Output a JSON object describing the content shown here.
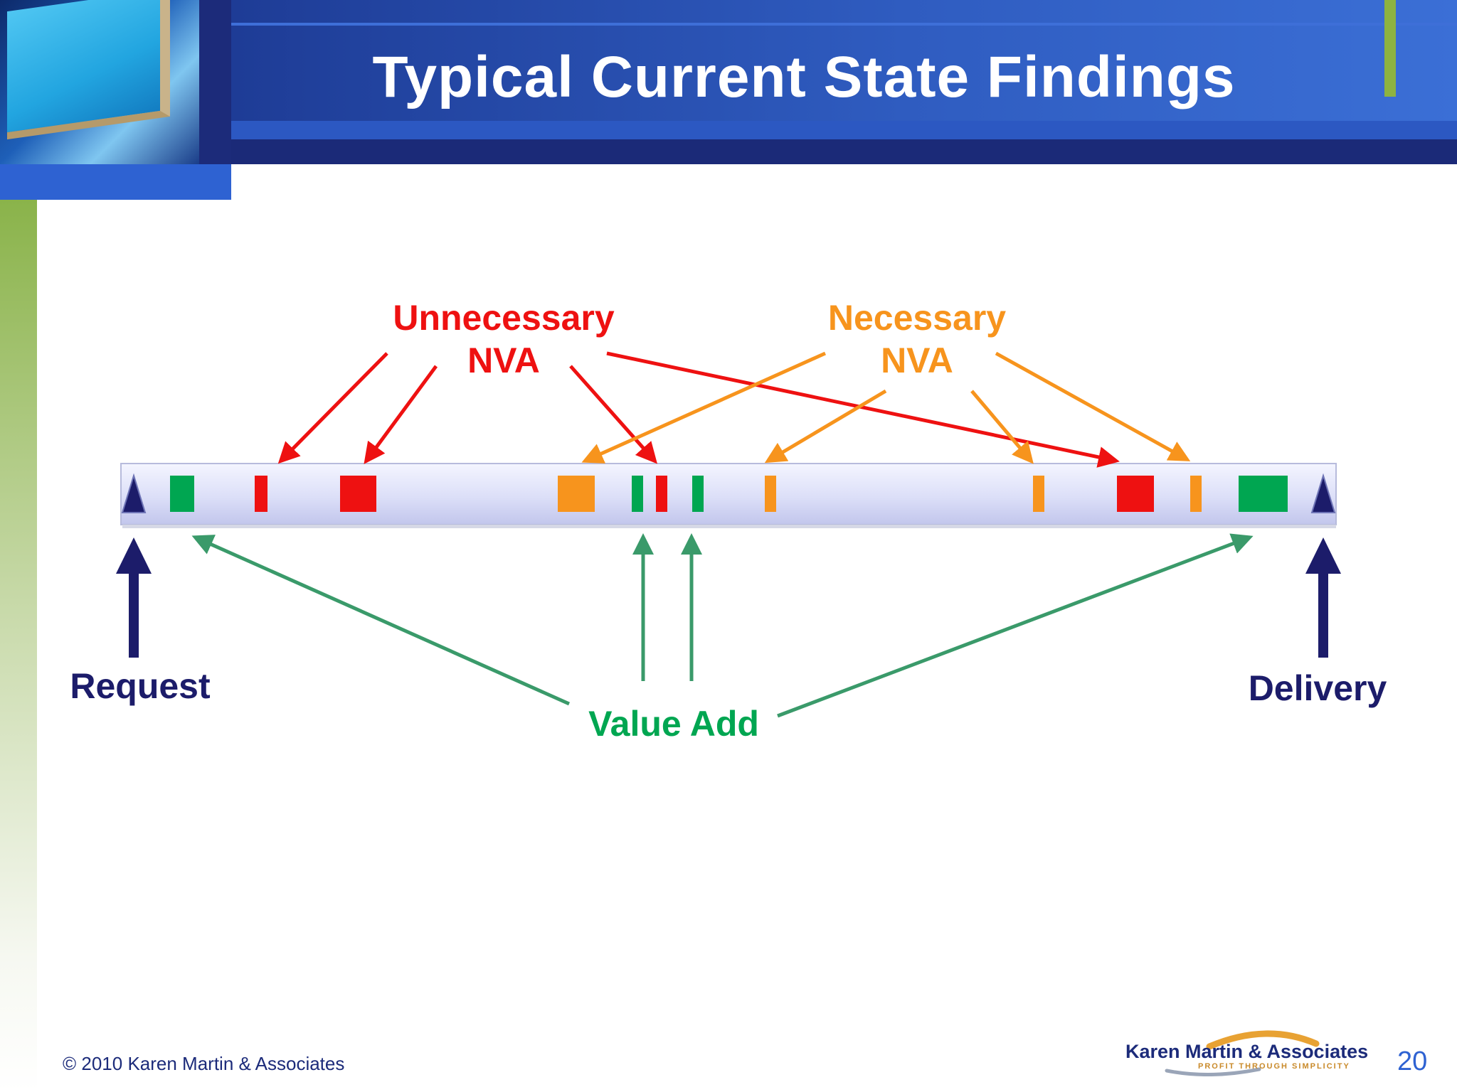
{
  "slide": {
    "title": "Typical Current State Findings",
    "page_number": "20"
  },
  "labels": {
    "unnecessary_line1": "Unnecessary",
    "unnecessary_line2": "NVA",
    "necessary_line1": "Necessary",
    "necessary_line2": "NVA",
    "value_add": "Value Add",
    "request": "Request",
    "delivery": "Delivery"
  },
  "footer": {
    "copyright": "© 2010 Karen Martin & Associates",
    "logo_name": "Karen Martin & Associates",
    "logo_tagline": "PROFIT THROUGH SIMPLICITY"
  },
  "colors": {
    "unnecessary_nva": "#ee1111",
    "necessary_nva": "#f7941d",
    "value_add": "#00a651",
    "endpoint": "#1c1c6a",
    "arrow_green": "#3a9a6a"
  },
  "icons": {
    "start_marker": "triangle-up-icon",
    "end_marker": "triangle-up-icon"
  }
}
